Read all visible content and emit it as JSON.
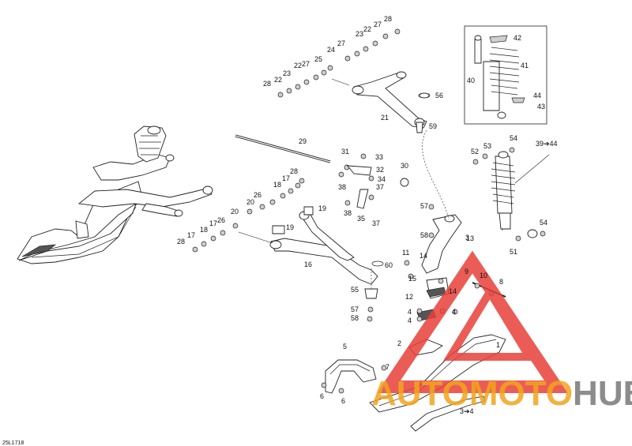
{
  "document": {
    "ref_code": "25L1718"
  },
  "callouts": [
    {
      "id": "c1",
      "text": "1"
    },
    {
      "id": "c2",
      "text": "2"
    },
    {
      "id": "c3",
      "text": "3"
    },
    {
      "id": "c4a",
      "text": "4"
    },
    {
      "id": "c4b",
      "text": "4"
    },
    {
      "id": "c4c",
      "text": "4"
    },
    {
      "id": "c5",
      "text": "5"
    },
    {
      "id": "c6a",
      "text": "6"
    },
    {
      "id": "c6b",
      "text": "6"
    },
    {
      "id": "c7",
      "text": "7"
    },
    {
      "id": "c8",
      "text": "8"
    },
    {
      "id": "c9",
      "text": "9"
    },
    {
      "id": "c10",
      "text": "10"
    },
    {
      "id": "c11",
      "text": "11"
    },
    {
      "id": "c12",
      "text": "12"
    },
    {
      "id": "c13",
      "text": "13"
    },
    {
      "id": "c14a",
      "text": "14"
    },
    {
      "id": "c14b",
      "text": "14"
    },
    {
      "id": "c15",
      "text": "15"
    },
    {
      "id": "c16",
      "text": "16"
    },
    {
      "id": "c17a",
      "text": "17"
    },
    {
      "id": "c17b",
      "text": "17"
    },
    {
      "id": "c17c",
      "text": "17"
    },
    {
      "id": "c18a",
      "text": "18"
    },
    {
      "id": "c18b",
      "text": "18"
    },
    {
      "id": "c19a",
      "text": "19"
    },
    {
      "id": "c19b",
      "text": "19"
    },
    {
      "id": "c20a",
      "text": "20"
    },
    {
      "id": "c20b",
      "text": "20"
    },
    {
      "id": "c21",
      "text": "21"
    },
    {
      "id": "c22a",
      "text": "22"
    },
    {
      "id": "c22b",
      "text": "22"
    },
    {
      "id": "c22c",
      "text": "22"
    },
    {
      "id": "c23a",
      "text": "23"
    },
    {
      "id": "c23b",
      "text": "23"
    },
    {
      "id": "c24",
      "text": "24"
    },
    {
      "id": "c25",
      "text": "25"
    },
    {
      "id": "c26a",
      "text": "26"
    },
    {
      "id": "c26b",
      "text": "26"
    },
    {
      "id": "c27a",
      "text": "27"
    },
    {
      "id": "c27b",
      "text": "27"
    },
    {
      "id": "c27c",
      "text": "27"
    },
    {
      "id": "c28a",
      "text": "28"
    },
    {
      "id": "c28b",
      "text": "28"
    },
    {
      "id": "c28c",
      "text": "28"
    },
    {
      "id": "c28d",
      "text": "28"
    },
    {
      "id": "c29",
      "text": "29"
    },
    {
      "id": "c30",
      "text": "30"
    },
    {
      "id": "c31",
      "text": "31"
    },
    {
      "id": "c32",
      "text": "32"
    },
    {
      "id": "c33",
      "text": "33"
    },
    {
      "id": "c34",
      "text": "34"
    },
    {
      "id": "c35",
      "text": "35"
    },
    {
      "id": "c37a",
      "text": "37"
    },
    {
      "id": "c37b",
      "text": "37"
    },
    {
      "id": "c38a",
      "text": "38"
    },
    {
      "id": "c38b",
      "text": "38"
    },
    {
      "id": "c3944",
      "text": "39➔44"
    },
    {
      "id": "c34arrow",
      "text": "3➔4"
    },
    {
      "id": "c40",
      "text": "40"
    },
    {
      "id": "c41",
      "text": "41"
    },
    {
      "id": "c42",
      "text": "42"
    },
    {
      "id": "c43",
      "text": "43"
    },
    {
      "id": "c44",
      "text": "44"
    },
    {
      "id": "c51",
      "text": "51"
    },
    {
      "id": "c52",
      "text": "52"
    },
    {
      "id": "c53",
      "text": "53"
    },
    {
      "id": "c54a",
      "text": "54"
    },
    {
      "id": "c54b",
      "text": "54"
    },
    {
      "id": "c55",
      "text": "55"
    },
    {
      "id": "c56",
      "text": "56"
    },
    {
      "id": "c57a",
      "text": "57"
    },
    {
      "id": "c57b",
      "text": "57"
    },
    {
      "id": "c58a",
      "text": "58"
    },
    {
      "id": "c58b",
      "text": "58"
    },
    {
      "id": "c59",
      "text": "59"
    },
    {
      "id": "c60",
      "text": "60"
    }
  ],
  "watermark": {
    "word_part1": "AUTO",
    "word_part2": "MOTO",
    "word_part3": "HUB",
    "color_red": "#e8403a",
    "color_orange": "#f2a51c",
    "color_gray": "#808080"
  }
}
